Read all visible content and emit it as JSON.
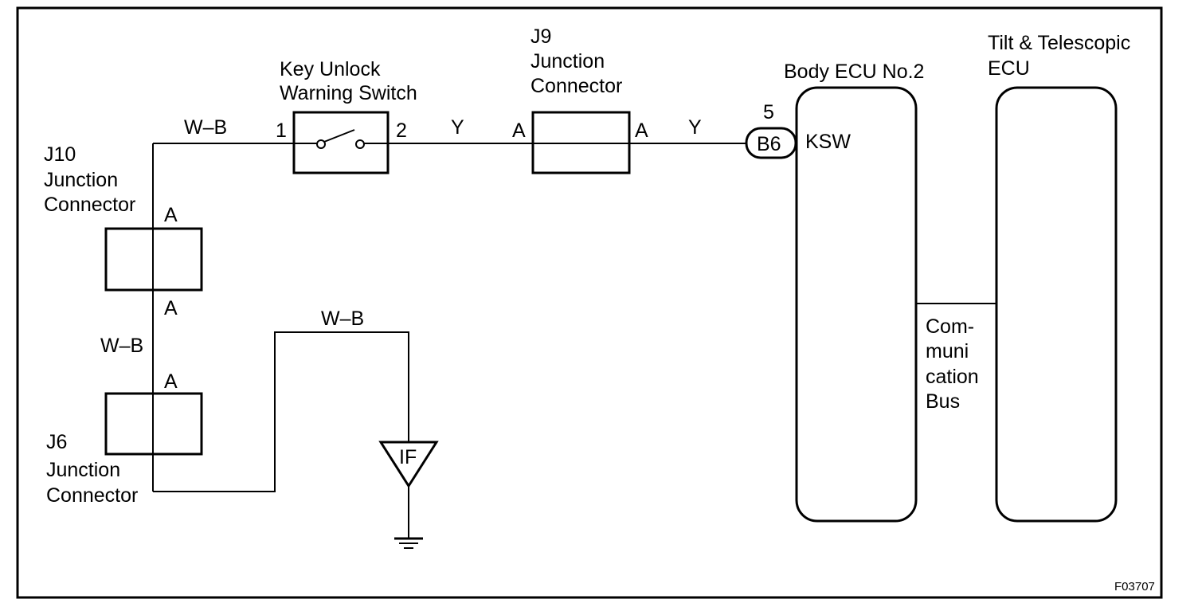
{
  "diagram": {
    "figure_id": "F03707",
    "components": {
      "j10": {
        "line1": "J10",
        "line2": "Junction",
        "line3": "Connector",
        "pin_top": "A",
        "pin_bottom": "A"
      },
      "j6": {
        "line1": "J6",
        "line2": "Junction",
        "line3": "Connector",
        "pin_top": "A"
      },
      "key_switch": {
        "line1": "Key Unlock",
        "line2": "Warning Switch",
        "pin_in": "1",
        "pin_out": "2"
      },
      "j9": {
        "line1": "J9",
        "line2": "Junction",
        "line3": "Connector",
        "pin_in": "A",
        "pin_out": "A"
      },
      "body_ecu": {
        "title": "Body ECU No.2",
        "connector": "B6",
        "pin_number": "5",
        "terminal": "KSW"
      },
      "tilt_ecu": {
        "line1": "Tilt & Telescopic",
        "line2": "ECU"
      },
      "ground": {
        "label": "IF"
      }
    },
    "wires": {
      "top_left": "W–B",
      "left_vertical": "W–B",
      "ground_run": "W–B",
      "switch_to_j9": "Y",
      "j9_to_ecu": "Y"
    },
    "bus": {
      "line1": "Com-",
      "line2": "muni",
      "line3": "cation",
      "line4": "Bus"
    }
  }
}
